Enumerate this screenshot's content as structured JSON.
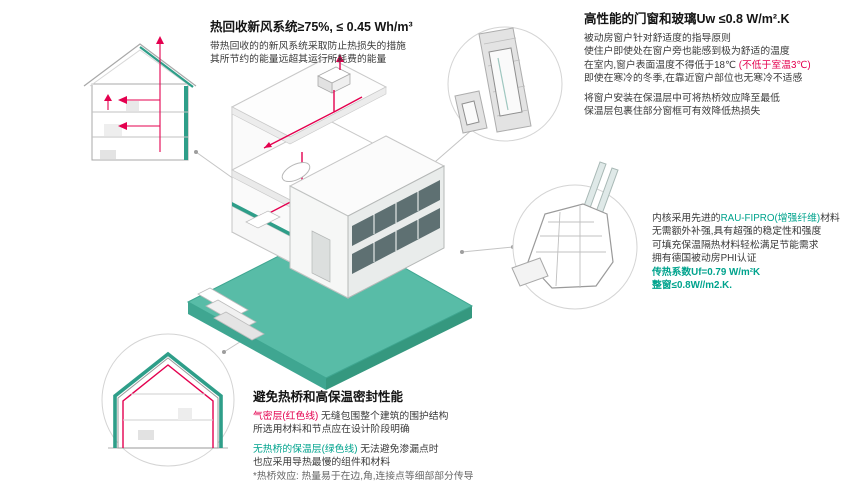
{
  "colors": {
    "text_green": "#00A38D",
    "text_red": "#E4004F",
    "icon_teal": "#2E9E89",
    "base_teal": "#58BCA7"
  },
  "heat_recovery": {
    "title": "热回收新风系统≥75%, ≤ 0.45 Wh/m³",
    "line1": "带热回收的的新风系统采取防止热损失的措施",
    "line2": "其所节约的能量远超其运行所耗费的能量"
  },
  "windows": {
    "title": "高性能的门窗和玻璃Uw ≤0.8 W/m².K",
    "line1": "被动房窗户针对舒适度的指导原则",
    "line2": "使住户即使处在窗户旁也能感到极为舒适的温度",
    "line3_black": "在室内,窗户表面温度不得低于18℃ ",
    "line3_red": "(不低于室温3℃)",
    "line4": "即使在寒冷的冬季,在靠近窗户部位也无寒冷不适感",
    "line5": "将窗户安装在保温层中可将热桥效应降至最低",
    "line6": "保温层包裹住部分窗框可有效降低热损失"
  },
  "frame_profile": {
    "line1_black1": "内核采用先进的",
    "line1_green": "RAU-FIPRO(增强纤维)",
    "line1_black2": "材料",
    "line2": "无需额外补强,具有超强的稳定性和强度",
    "line3": "可填充保温隔热材料轻松满足节能需求",
    "line4": "拥有德国被动房PHI认证",
    "value1": "传热系数Uf=0.79 W/m²K",
    "value2": "整窗≤0.8W//m2.K."
  },
  "thermal_bridge": {
    "title": "避免热桥和高保温密封性能",
    "line1_red": "气密层(红色线)",
    "line1_black": " 无缝包围整个建筑的围护结构",
    "line2": "所选用材料和节点应在设计阶段明确",
    "line3_green": "无热桥的保温层(绿色线)",
    "line3_black": " 无法避免渗漏点时",
    "line4": "也应采用导热最慢的组件和材料",
    "footnote": "*热桥效应: 热量易于在边,角,连接点等细部部分传导"
  }
}
